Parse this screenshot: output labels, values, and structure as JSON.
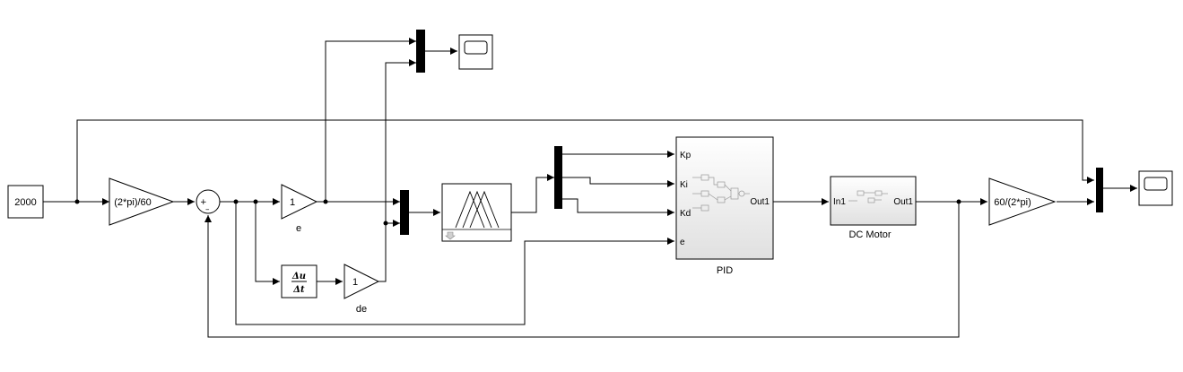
{
  "blocks": {
    "constant": {
      "value": "2000"
    },
    "gain_in": {
      "value": "(2*pi)/60"
    },
    "sum": {
      "signs": [
        "+",
        "–"
      ]
    },
    "gain_e": {
      "value": "1",
      "name": "e"
    },
    "derivative": {
      "numerator": "Δu",
      "denominator": "Δt"
    },
    "gain_de": {
      "value": "1",
      "name": "de"
    },
    "fuzzy": {
      "icon": "membership-functions-icon"
    },
    "pid": {
      "name": "PID",
      "inputs": [
        "Kp",
        "Ki",
        "Kd",
        "e"
      ],
      "output": "Out1"
    },
    "dc_motor": {
      "name": "DC Motor",
      "input": "In1",
      "output": "Out1"
    },
    "gain_out": {
      "value": "60/(2*pi)"
    }
  },
  "colors": {
    "line": "#000000",
    "subsystem_fill_top": "#ffffff",
    "subsystem_fill_bottom": "#e0e0e0"
  }
}
